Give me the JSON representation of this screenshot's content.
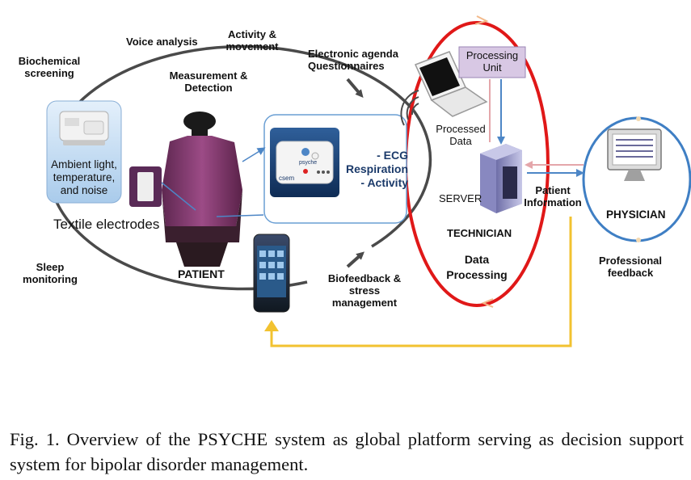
{
  "labels": {
    "biochemical": "Biochemical\nscreening",
    "voice": "Voice analysis",
    "activity": "Activity &\nmovement",
    "measurement": "Measurement &\nDetection",
    "agenda": "Electronic agenda\nQuestionnaires",
    "ambient": "Ambient light,\ntemperature,\nand noise",
    "textile": "Textile electrodes",
    "sensor_list": "- ECG\nRespiration\n- Activity",
    "sleep": "Sleep\nmonitoring",
    "patient": "PATIENT",
    "biofeedback": "Biofeedback &\nstress\nmanagement",
    "processing_unit": "Processing\nUnit",
    "processed_data": "Processed\nData",
    "server": "SERVER",
    "patient_info": "Patient\nInformation",
    "physician": "PHYSICIAN",
    "technician": "TECHNICIAN",
    "data_processing": "Data\nProcessing",
    "professional_feedback": "Professional\nfeedback",
    "device_brand_1": "csem",
    "device_brand_2": "psyche"
  },
  "caption": "Fig. 1.   Overview of the PSYCHE system as global platform serving as decision support system for bipolar disorder management.",
  "colors": {
    "patient_loop": "#4a4a4a",
    "technician_loop": "#e01818",
    "physician_loop": "#3f7fc4",
    "feedback_arrow": "#f2c230",
    "sensor_box_border": "#6a9fd4",
    "processing_unit_fill": "#d8c8e4",
    "link_blue": "#4d86c6",
    "link_pink": "#e4a6aa"
  },
  "icons": [
    "ambient-sensor-icon",
    "textile-electrode-icon",
    "shirt-icon",
    "ecg-sensor-icon",
    "smartphone-icon",
    "laptop-icon",
    "server-icon",
    "monitor-icon"
  ]
}
